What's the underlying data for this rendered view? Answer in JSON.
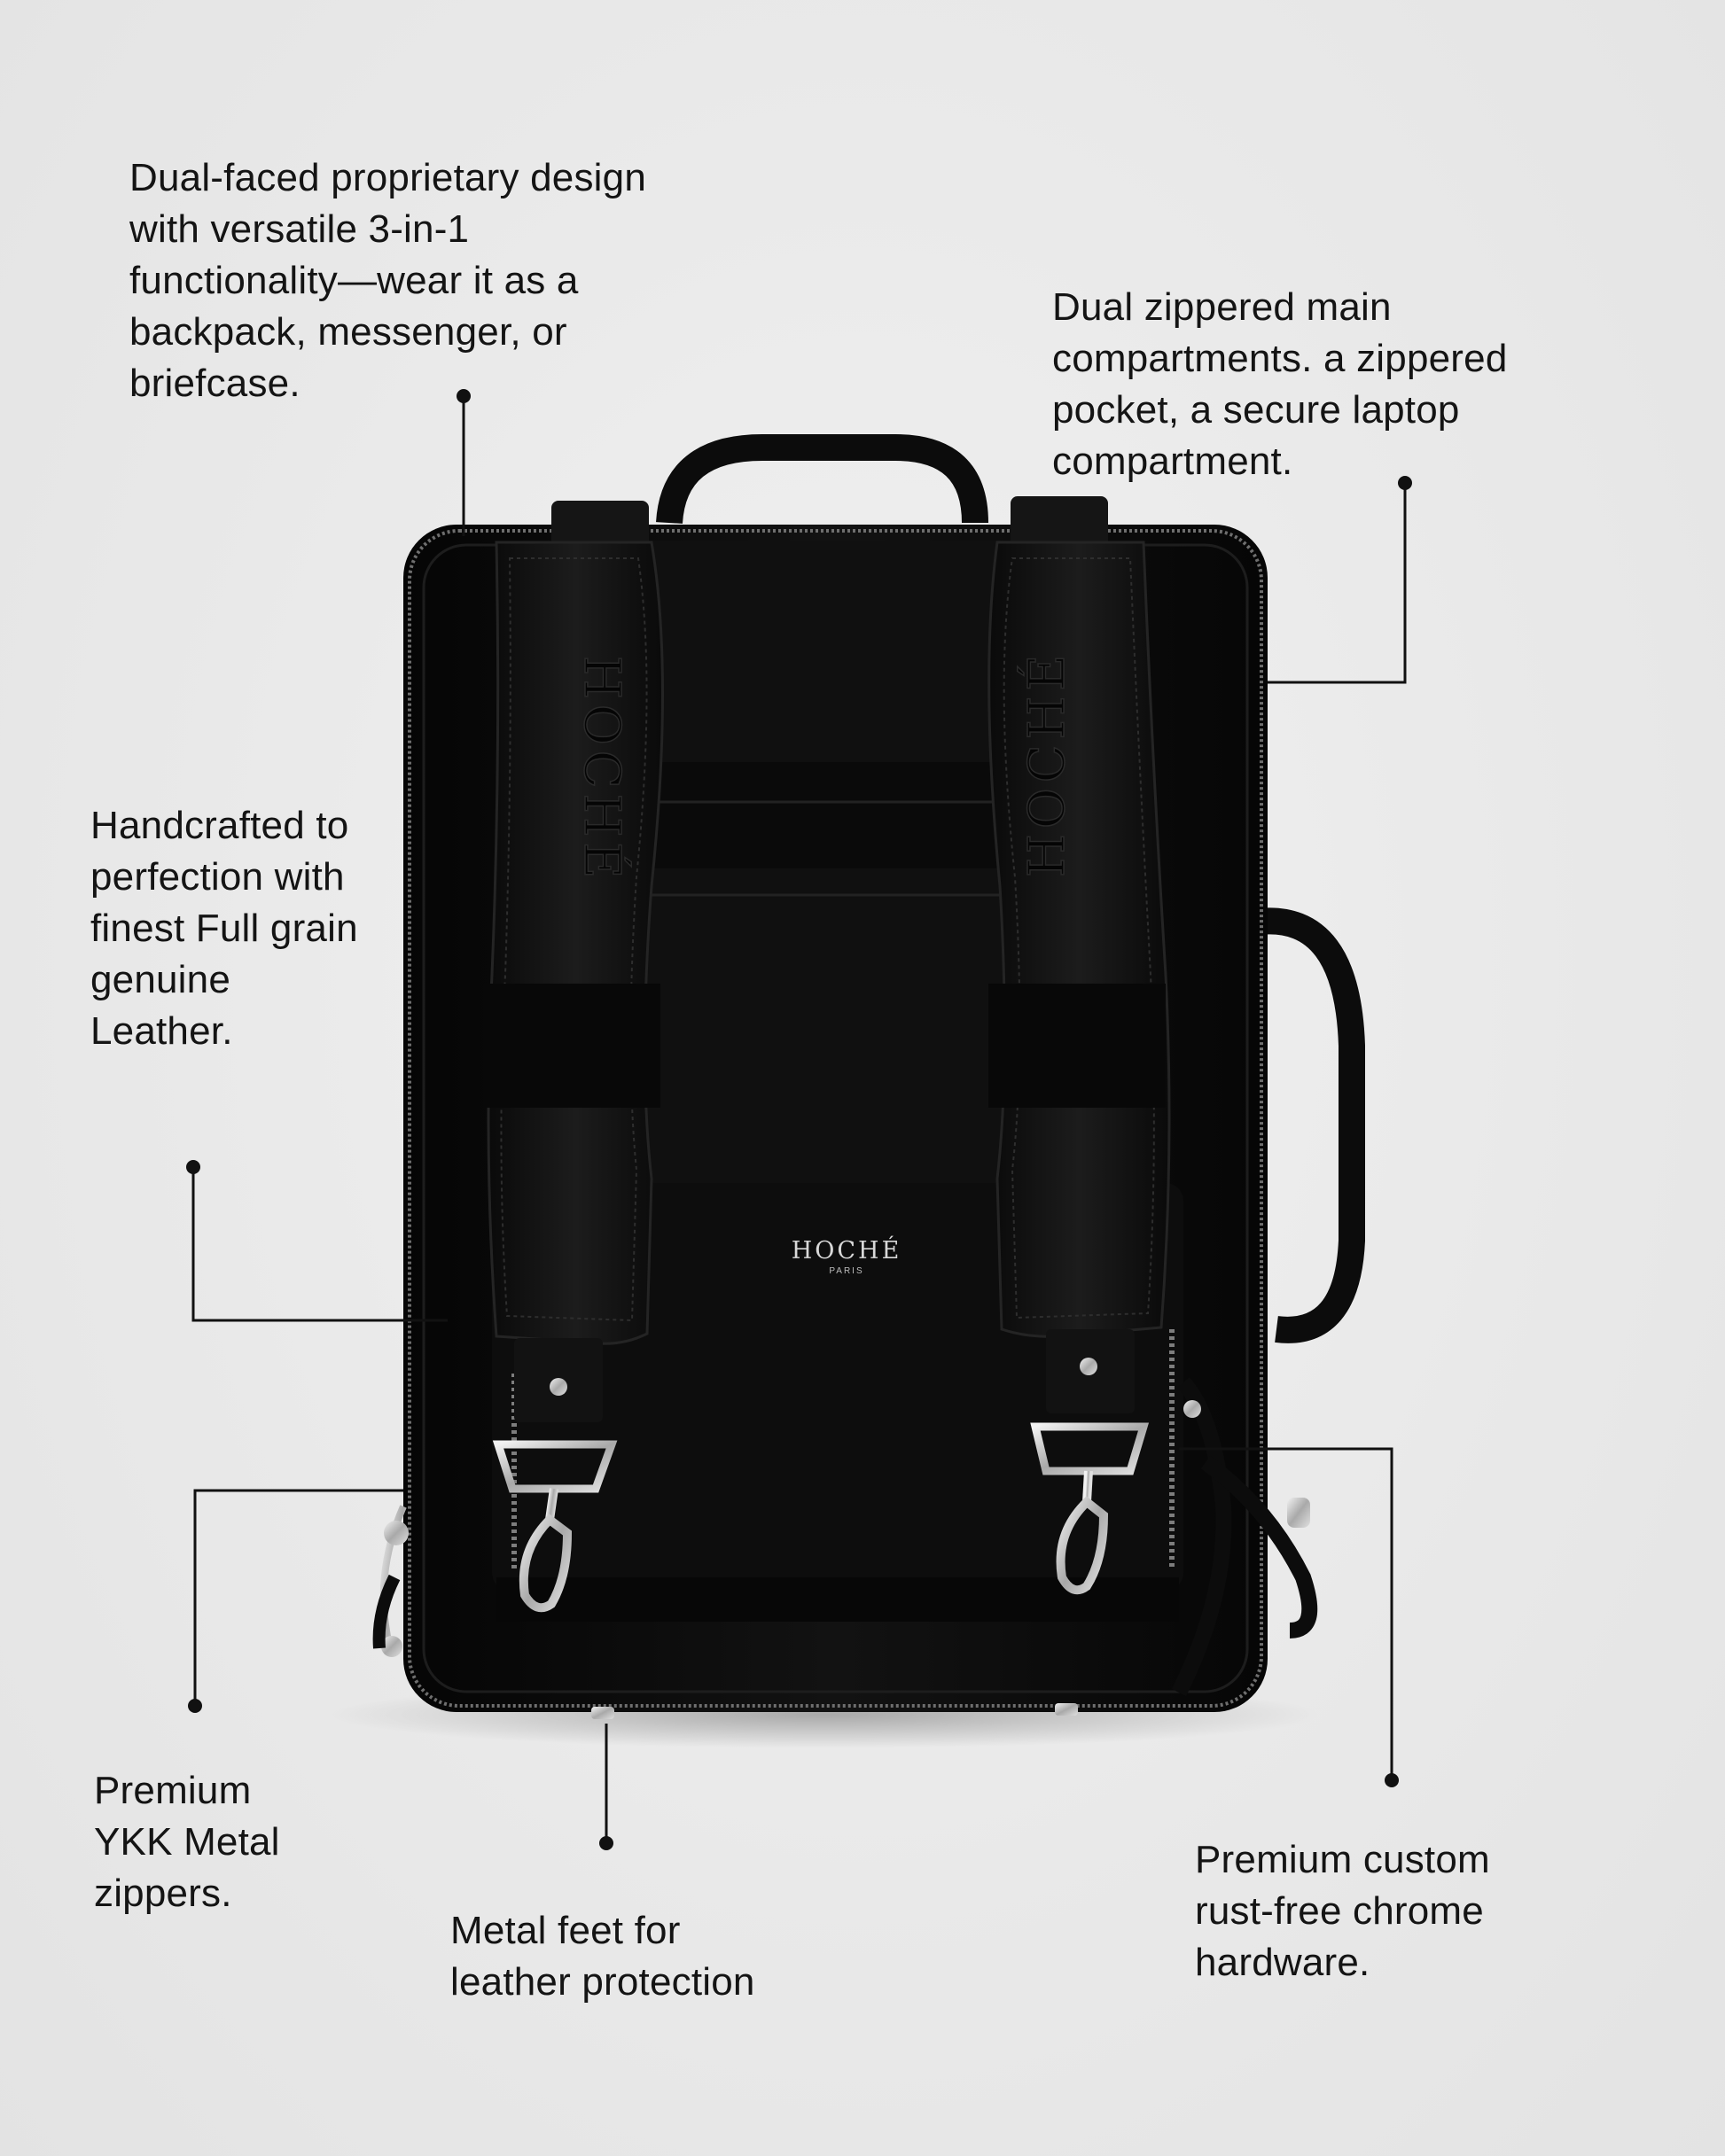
{
  "callouts": {
    "design": {
      "lines": [
        "Dual-faced proprietary design",
        "with versatile 3-in-1",
        "functionality—wear it as a",
        "backpack, messenger, or",
        "briefcase."
      ]
    },
    "compartments": {
      "lines": [
        "Dual zippered main",
        "compartments. a zippered",
        "pocket, a secure laptop",
        "compartment."
      ]
    },
    "leather": {
      "lines": [
        "Handcrafted to",
        "perfection with",
        "finest Full grain",
        "genuine",
        "Leather."
      ]
    },
    "zippers": {
      "lines": [
        "Premium",
        "YKK Metal",
        "zippers."
      ]
    },
    "feet": {
      "lines": [
        "Metal feet for",
        "leather protection"
      ]
    },
    "hardware": {
      "lines": [
        "Premium custom",
        "rust-free chrome",
        "hardware."
      ]
    }
  },
  "product": {
    "brand": "HOCHÉ",
    "brand_sub": "PARIS",
    "color": "#0b0b0b",
    "hardware_color": "#c9c9c9"
  }
}
